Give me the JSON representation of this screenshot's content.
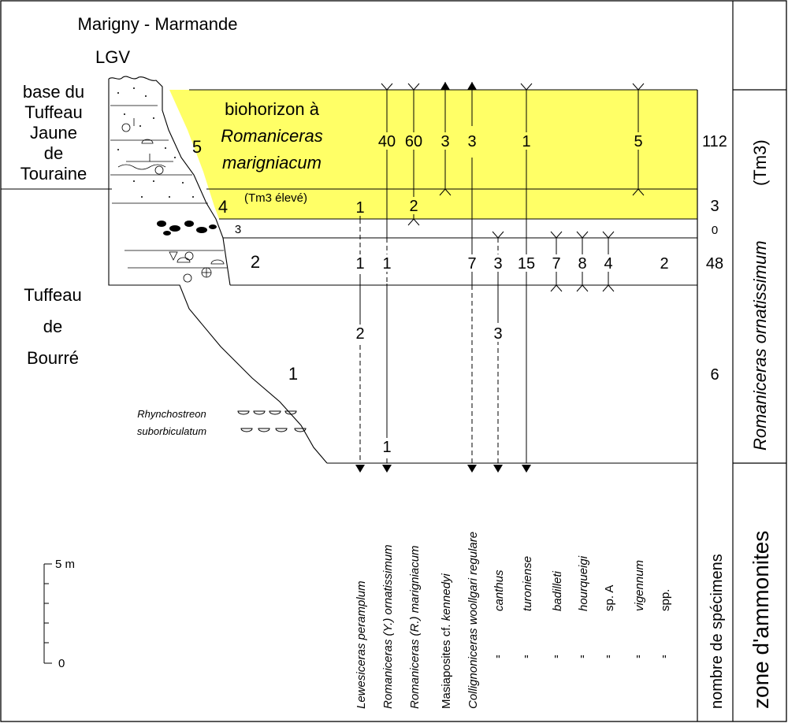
{
  "header": {
    "title_line1": "Marigny - Marmande",
    "title_line2": "LGV"
  },
  "formations": {
    "upper": [
      "base du",
      "Tuffeau",
      "Jaune",
      "de",
      "Touraine"
    ],
    "lower": [
      "Tuffeau",
      "de",
      "Bourré"
    ]
  },
  "beds": [
    "5",
    "4",
    "3",
    "2",
    "1"
  ],
  "biohorizon": {
    "line1": "biohorizon à",
    "line2": "Romaniceras",
    "line3": "marigniacum",
    "sub": "(Tm3 élevé)"
  },
  "fossil_label": [
    "Rhynchostreon",
    "suborbiculatum"
  ],
  "zone": {
    "column_title": "zone d'ammonites",
    "name": "Romaniceras ornatissimum",
    "code": "(Tm3)"
  },
  "count_column_title": "nombre de spécimens",
  "specimen_totals": [
    "112",
    "3",
    "0",
    "48",
    "6"
  ],
  "scale_bar": {
    "top_label": "5 m",
    "bottom_label": "0"
  },
  "taxa": [
    {
      "name": "Lewesiceras peramplum",
      "italic": "all",
      "counts": [
        "1",
        "1",
        "2"
      ]
    },
    {
      "name": "Romaniceras (Y.) ornatissimum",
      "italic": "all",
      "counts": [
        "40",
        "1",
        "1"
      ]
    },
    {
      "name": "Romaniceras (R.) marigniacum",
      "italic": "all",
      "counts": [
        "60",
        "2"
      ]
    },
    {
      "name": "Masiaposites cf. kennedyi",
      "italic": "partial",
      "counts": [
        "3"
      ]
    },
    {
      "name": "Collignoniceras woollgari regulare",
      "italic": "all",
      "counts": [
        "3",
        "7"
      ]
    },
    {
      "name": "canthus",
      "italic": "all",
      "ditto": "\"",
      "counts": [
        "3",
        "3"
      ]
    },
    {
      "name": "turoniense",
      "italic": "all",
      "ditto": "\"",
      "counts": [
        "1",
        "15"
      ]
    },
    {
      "name": "badilleti",
      "italic": "all",
      "ditto": "\"",
      "counts": [
        "7"
      ]
    },
    {
      "name": "hourqueigi",
      "italic": "all",
      "ditto": "\"",
      "counts": [
        "8"
      ]
    },
    {
      "name": "sp. A",
      "italic": "none",
      "ditto": "\"",
      "counts": [
        "4"
      ]
    },
    {
      "name": "vigennum",
      "italic": "all",
      "ditto": "\"",
      "counts": [
        "5"
      ]
    },
    {
      "name": "spp.",
      "italic": "none",
      "ditto": "\"",
      "counts": [
        "2"
      ]
    }
  ],
  "colors": {
    "highlight": "#ffff66",
    "line": "#000000",
    "background": "#ffffff"
  }
}
